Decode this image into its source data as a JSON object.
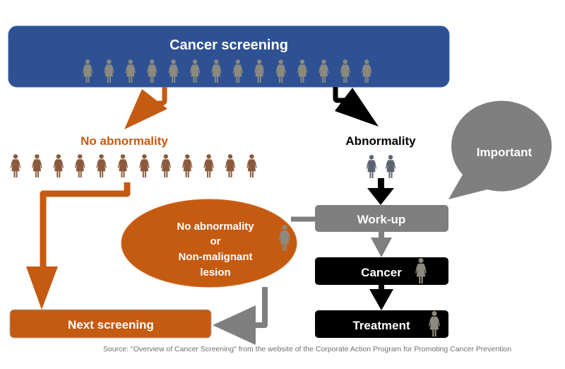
{
  "colors": {
    "blue": "#2e5194",
    "orange": "#c55a11",
    "gray": "#7f7f7f",
    "black": "#000000",
    "person_gray": "#8c8a7e",
    "person_brown": "#8b5a3c",
    "person_slate": "#5c6370",
    "white": "#ffffff"
  },
  "screening": {
    "title": "Cancer screening",
    "people_count": 14
  },
  "no_abnormality": {
    "label": "No abnormality",
    "people_count": 12
  },
  "abnormality": {
    "label": "Abnormality",
    "people_count": 2
  },
  "callout": {
    "label": "Important"
  },
  "workup": {
    "label": "Work-up"
  },
  "ellipse": {
    "lines": [
      "No abnormality",
      "or",
      "Non-malignant",
      "lesion"
    ],
    "people_count": 1
  },
  "cancer": {
    "label": "Cancer",
    "people_count": 1
  },
  "treatment": {
    "label": "Treatment",
    "people_count": 1
  },
  "next_screening": {
    "label": "Next screening"
  },
  "source": "Source: \"Overview of Cancer Screening\" from the website of the Corporate Action Program for Promoting Cancer Prevention"
}
